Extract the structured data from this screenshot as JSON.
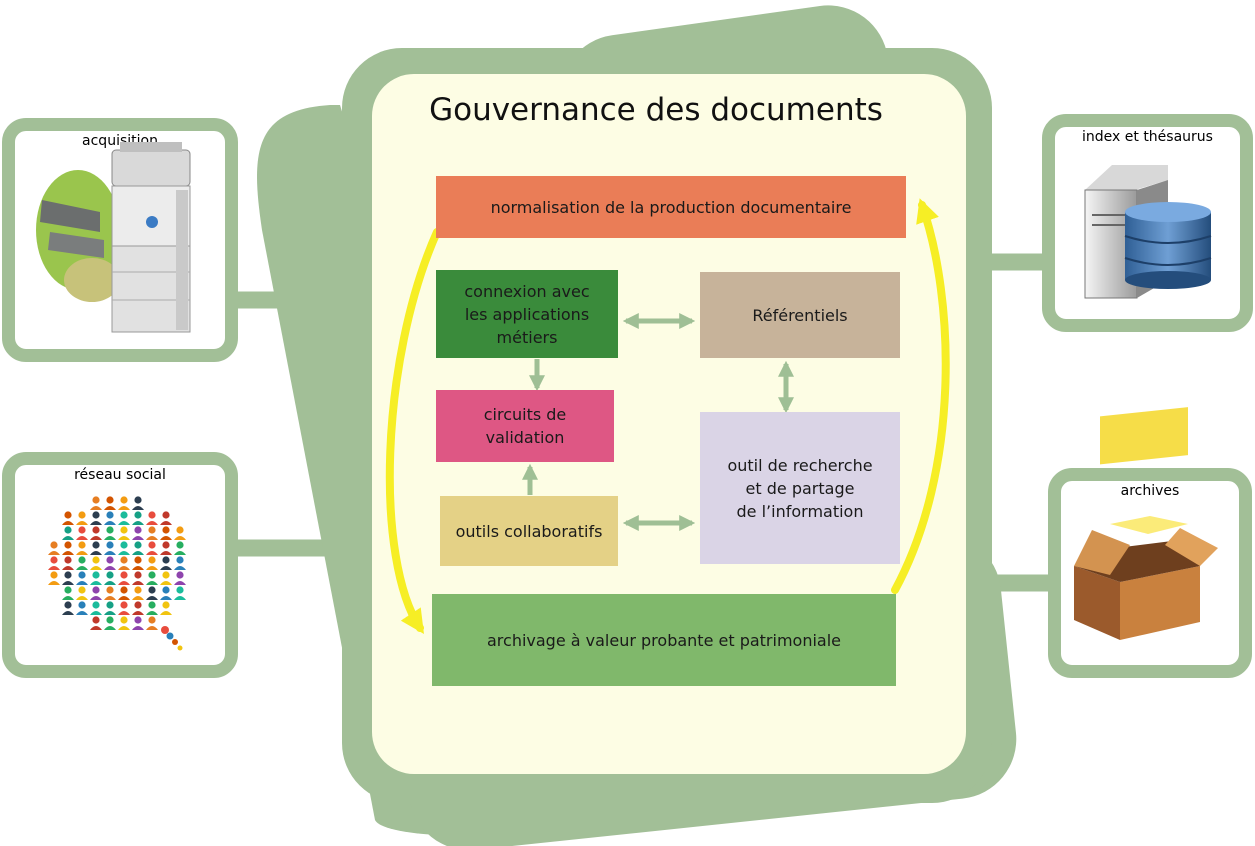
{
  "diagram": {
    "title": "Gouvernance des documents",
    "boxes": {
      "normalisation": "normalisation de la production documentaire",
      "connexion": "connexion avec\nles applications\nmétiers",
      "referentiels": "Référentiels",
      "circuits": "circuits de\nvalidation",
      "outil_recherche": "outil de recherche\net de partage\nde l’information",
      "outils_collaboratifs": "outils collaboratifs",
      "archivage": "archivage à valeur probante et patrimoniale"
    },
    "side_panels": {
      "acquisition": "acquisition",
      "reseau_social": "réseau social",
      "index": "index et thésaurus",
      "archives": "archives"
    },
    "colors": {
      "frame_green": "#a2bf97",
      "panel_cream": "#fdfde4",
      "normalisation": "#ea7d57",
      "connexion": "#3a8b3b",
      "referentiels": "#c7b39a",
      "circuits": "#de5784",
      "outil_recherche": "#dad4e6",
      "outils_collaboratifs": "#e4d186",
      "archivage": "#80b86b",
      "flow_arrow": "#f6ee25",
      "link_arrow": "#9fbf95"
    }
  }
}
